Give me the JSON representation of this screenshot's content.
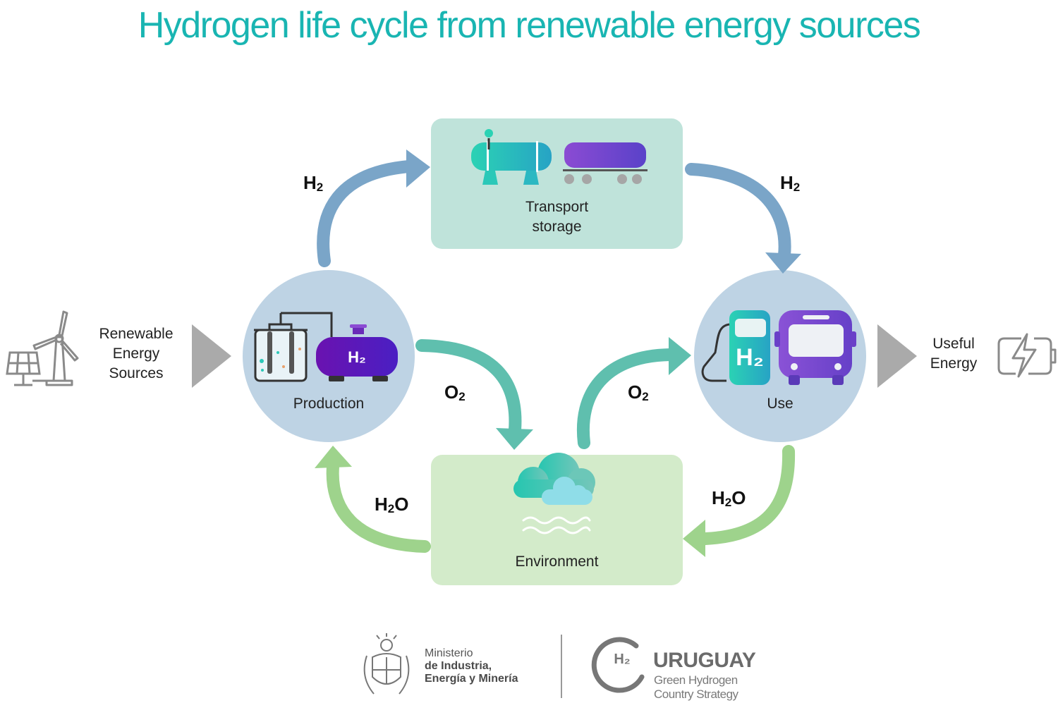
{
  "title": "Hydrogen life cycle from renewable energy sources",
  "nodes": {
    "transport": {
      "line1": "Transport",
      "line2": "storage"
    },
    "production": {
      "label": "Production",
      "tank_label": "H₂"
    },
    "use": {
      "label": "Use",
      "pump_label": "H₂"
    },
    "environment": {
      "label": "Environment"
    }
  },
  "flows": {
    "prod_to_transport": {
      "main": "H",
      "sub": "2"
    },
    "transport_to_use": {
      "main": "H",
      "sub": "2"
    },
    "prod_to_env": {
      "main": "O",
      "sub": "2"
    },
    "env_to_use": {
      "main": "O",
      "sub": "2"
    },
    "env_to_prod": {
      "main": "H",
      "sub": "2",
      "tail": "O"
    },
    "use_to_env": {
      "main": "H",
      "sub": "2",
      "tail": "O"
    }
  },
  "inputs": {
    "line1": "Renewable",
    "line2": "Energy",
    "line3": "Sources"
  },
  "outputs": {
    "line1": "Useful",
    "line2": "Energy"
  },
  "footer": {
    "ministry": {
      "line1": "Ministerio",
      "line2": "de Industria,",
      "line3": "Energía y Minería"
    },
    "uruguay": {
      "logo_text": "H₂",
      "title": "URUGUAY",
      "line1": "Green Hydrogen",
      "line2": "Country Strategy"
    }
  },
  "colors": {
    "title": "#19b5b2",
    "transport_box": "#bfe3da",
    "environment_box": "#d3ebca",
    "node_circle": "#bed3e4",
    "h2_arrow": "#7aa5c8",
    "o2_arrow": "#5fbfae",
    "h2o_arrow": "#9ed38c",
    "gray_arrow": "#aaaaaa"
  }
}
